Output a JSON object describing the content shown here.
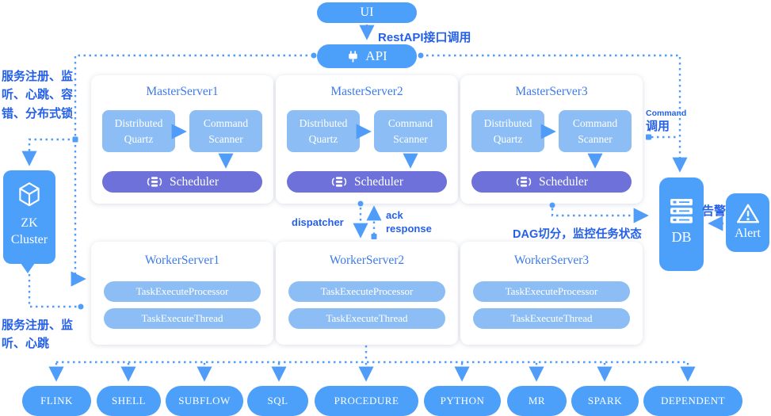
{
  "colors": {
    "primary_blue": "#4da0fa",
    "light_blue": "#8cbef5",
    "scheduler_purple": "#6d71d9",
    "label_blue": "#2560e8",
    "card_title_blue": "#3d7be8",
    "connector_blue": "#4f9cf9",
    "card_bg": "#ffffff"
  },
  "icons": {
    "api": "plug-icon",
    "scheduler": "stack-sync-icon",
    "zk": "cube-icon",
    "db": "server-icon",
    "alert": "warning-triangle-icon"
  },
  "ui_node": {
    "label": "UI"
  },
  "api_node": {
    "label": "API"
  },
  "edge_labels": {
    "rest_api": "RestAPI接口调用",
    "zk_note_top": "服务注册、监听、心跳、容错、分布式锁",
    "zk_note_bottom": "服务注册、监听、心跳",
    "command_line1": "Command",
    "command_line2": "调用",
    "dispatcher": "dispatcher",
    "ack": "ack",
    "response": "response",
    "dag": "DAG切分，监控任务状态",
    "alert_notify": "告警"
  },
  "master_servers": [
    {
      "title": "MasterServer1",
      "box1_line1": "Distributed",
      "box1_line2": "Quartz",
      "box2_line1": "Command",
      "box2_line2": "Scanner",
      "scheduler": "Scheduler"
    },
    {
      "title": "MasterServer2",
      "box1_line1": "Distributed",
      "box1_line2": "Quartz",
      "box2_line1": "Command",
      "box2_line2": "Scanner",
      "scheduler": "Scheduler"
    },
    {
      "title": "MasterServer3",
      "box1_line1": "Distributed",
      "box1_line2": "Quartz",
      "box2_line1": "Command",
      "box2_line2": "Scanner",
      "scheduler": "Scheduler"
    }
  ],
  "worker_servers": [
    {
      "title": "WorkerServer1",
      "pill1": "TaskExecuteProcessor",
      "pill2": "TaskExecuteThread"
    },
    {
      "title": "WorkerServer2",
      "pill1": "TaskExecuteProcessor",
      "pill2": "TaskExecuteThread"
    },
    {
      "title": "WorkerServer3",
      "pill1": "TaskExecuteProcessor",
      "pill2": "TaskExecuteThread"
    }
  ],
  "zk_cluster": {
    "line1": "ZK",
    "line2": "Cluster"
  },
  "db_node": {
    "label": "DB"
  },
  "alert_node": {
    "label": "Alert"
  },
  "task_types": [
    "FLINK",
    "SHELL",
    "SUBFLOW",
    "SQL",
    "PROCEDURE",
    "PYTHON",
    "MR",
    "SPARK",
    "DEPENDENT"
  ]
}
